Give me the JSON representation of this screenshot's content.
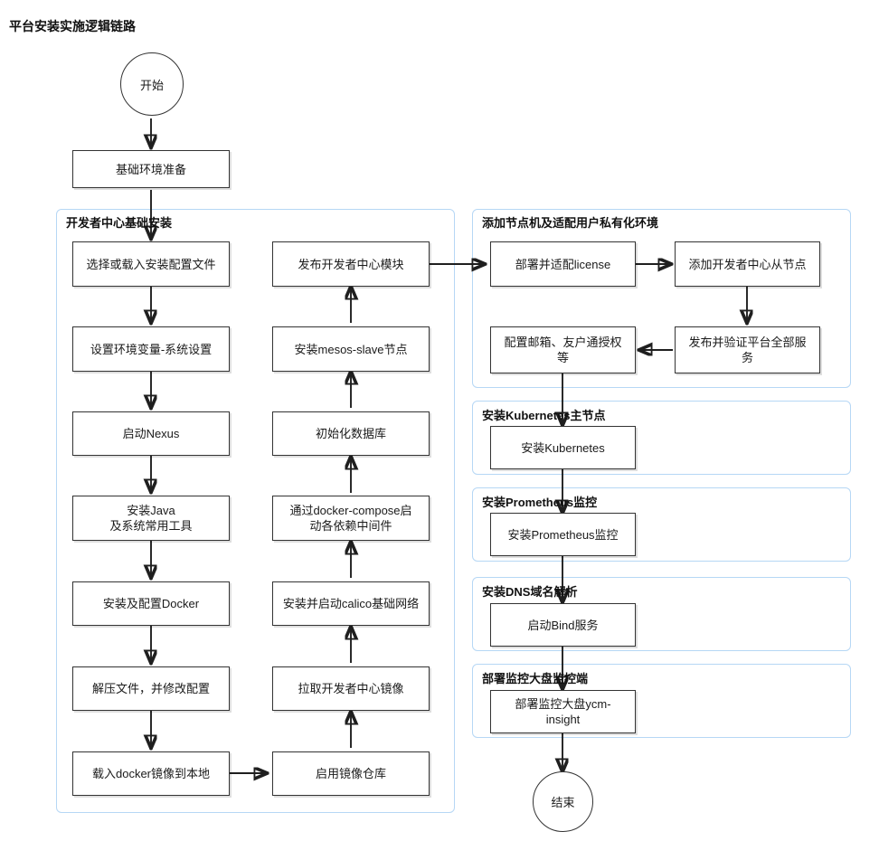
{
  "title": "平台安装实施逻辑链路",
  "colors": {
    "group_border": "#b6d7f5",
    "node_border": "#333333",
    "edge": "#1f1f1f",
    "text": "#1a1a1a",
    "background": "#ffffff"
  },
  "chart_data": {
    "type": "diagram",
    "diagram_kind": "flowchart",
    "title": "平台安装实施逻辑链路",
    "orientation": "top-to-bottom, serpentine columns",
    "nodes": [
      {
        "id": "start",
        "label": "开始",
        "shape": "circle",
        "group": null
      },
      {
        "id": "n1",
        "label": "基础环境准备",
        "shape": "rect",
        "group": null
      },
      {
        "id": "n2",
        "label": "选择或载入安装配置文件",
        "shape": "rect",
        "group": "g1"
      },
      {
        "id": "n3",
        "label": "设置环境变量-系统设置",
        "shape": "rect",
        "group": "g1"
      },
      {
        "id": "n4",
        "label": "启动Nexus",
        "shape": "rect",
        "group": "g1"
      },
      {
        "id": "n5",
        "label": "安装Java\n及系统常用工具",
        "shape": "rect",
        "group": "g1"
      },
      {
        "id": "n6",
        "label": "安装及配置Docker",
        "shape": "rect",
        "group": "g1"
      },
      {
        "id": "n7",
        "label": "解压文件，并修改配置",
        "shape": "rect",
        "group": "g1"
      },
      {
        "id": "n8",
        "label": "载入docker镜像到本地",
        "shape": "rect",
        "group": "g1"
      },
      {
        "id": "n9",
        "label": "启用镜像仓库",
        "shape": "rect",
        "group": "g1"
      },
      {
        "id": "n10",
        "label": "拉取开发者中心镜像",
        "shape": "rect",
        "group": "g1"
      },
      {
        "id": "n11",
        "label": "安装并启动calico基础网络",
        "shape": "rect",
        "group": "g1"
      },
      {
        "id": "n12",
        "label": "通过docker-compose启\n动各依赖中间件",
        "shape": "rect",
        "group": "g1"
      },
      {
        "id": "n13",
        "label": "初始化数据库",
        "shape": "rect",
        "group": "g1"
      },
      {
        "id": "n14",
        "label": "安装mesos-slave节点",
        "shape": "rect",
        "group": "g1"
      },
      {
        "id": "n15",
        "label": "发布开发者中心模块",
        "shape": "rect",
        "group": "g1"
      },
      {
        "id": "n16",
        "label": "部署并适配license",
        "shape": "rect",
        "group": "g2"
      },
      {
        "id": "n17",
        "label": "添加开发者中心从节点",
        "shape": "rect",
        "group": "g2"
      },
      {
        "id": "n18",
        "label": "发布并验证平台全部服\n务",
        "shape": "rect",
        "group": "g2"
      },
      {
        "id": "n19",
        "label": "配置邮箱、友户通授权\n等",
        "shape": "rect",
        "group": "g2"
      },
      {
        "id": "n20",
        "label": "安装Kubernetes",
        "shape": "rect",
        "group": "g3"
      },
      {
        "id": "n21",
        "label": "安装Prometheus监控",
        "shape": "rect",
        "group": "g4"
      },
      {
        "id": "n22",
        "label": "启动Bind服务",
        "shape": "rect",
        "group": "g5"
      },
      {
        "id": "n23",
        "label": "部署监控大盘ycm-\ninsight",
        "shape": "rect",
        "group": "g6"
      },
      {
        "id": "end",
        "label": "结束",
        "shape": "circle",
        "group": null
      }
    ],
    "groups": [
      {
        "id": "g1",
        "label": "开发者中心基础安装"
      },
      {
        "id": "g2",
        "label": "添加节点机及适配用户私有化环境"
      },
      {
        "id": "g3",
        "label": "安装Kubernetes主节点"
      },
      {
        "id": "g4",
        "label": "安装Prometheus监控"
      },
      {
        "id": "g5",
        "label": "安装DNS域名解析"
      },
      {
        "id": "g6",
        "label": "部署监控大盘监控端"
      }
    ],
    "edges": [
      {
        "from": "start",
        "to": "n1"
      },
      {
        "from": "n1",
        "to": "n2"
      },
      {
        "from": "n2",
        "to": "n3"
      },
      {
        "from": "n3",
        "to": "n4"
      },
      {
        "from": "n4",
        "to": "n5"
      },
      {
        "from": "n5",
        "to": "n6"
      },
      {
        "from": "n6",
        "to": "n7"
      },
      {
        "from": "n7",
        "to": "n8"
      },
      {
        "from": "n8",
        "to": "n9"
      },
      {
        "from": "n9",
        "to": "n10"
      },
      {
        "from": "n10",
        "to": "n11"
      },
      {
        "from": "n11",
        "to": "n12"
      },
      {
        "from": "n12",
        "to": "n13"
      },
      {
        "from": "n13",
        "to": "n14"
      },
      {
        "from": "n14",
        "to": "n15"
      },
      {
        "from": "n15",
        "to": "n16"
      },
      {
        "from": "n16",
        "to": "n17"
      },
      {
        "from": "n17",
        "to": "n18"
      },
      {
        "from": "n18",
        "to": "n19"
      },
      {
        "from": "n19",
        "to": "n20"
      },
      {
        "from": "n20",
        "to": "n21"
      },
      {
        "from": "n21",
        "to": "n22"
      },
      {
        "from": "n22",
        "to": "n23"
      },
      {
        "from": "n23",
        "to": "end"
      }
    ]
  },
  "nodes": {
    "start": "开始",
    "n1": "基础环境准备",
    "n2": "选择或载入安装配置文件",
    "n3": "设置环境变量-系统设置",
    "n4": "启动Nexus",
    "n5": "安装Java\n及系统常用工具",
    "n6": "安装及配置Docker",
    "n7": "解压文件，并修改配置",
    "n8": "载入docker镜像到本地",
    "n9": "启用镜像仓库",
    "n10": "拉取开发者中心镜像",
    "n11": "安装并启动calico基础网络",
    "n12": "通过docker-compose启\n动各依赖中间件",
    "n13": "初始化数据库",
    "n14": "安装mesos-slave节点",
    "n15": "发布开发者中心模块",
    "n16": "部署并适配license",
    "n17": "添加开发者中心从节点",
    "n18": "发布并验证平台全部服\n务",
    "n19": "配置邮箱、友户通授权\n等",
    "n20": "安装Kubernetes",
    "n21": "安装Prometheus监控",
    "n22": "启动Bind服务",
    "n23": "部署监控大盘ycm-\ninsight",
    "end": "结束"
  },
  "groups": {
    "g1": "开发者中心基础安装",
    "g2": "添加节点机及适配用户私有化环境",
    "g3": "安装Kubernetes主节点",
    "g4": "安装Prometheus监控",
    "g5": "安装DNS域名解析",
    "g6": "部署监控大盘监控端"
  }
}
